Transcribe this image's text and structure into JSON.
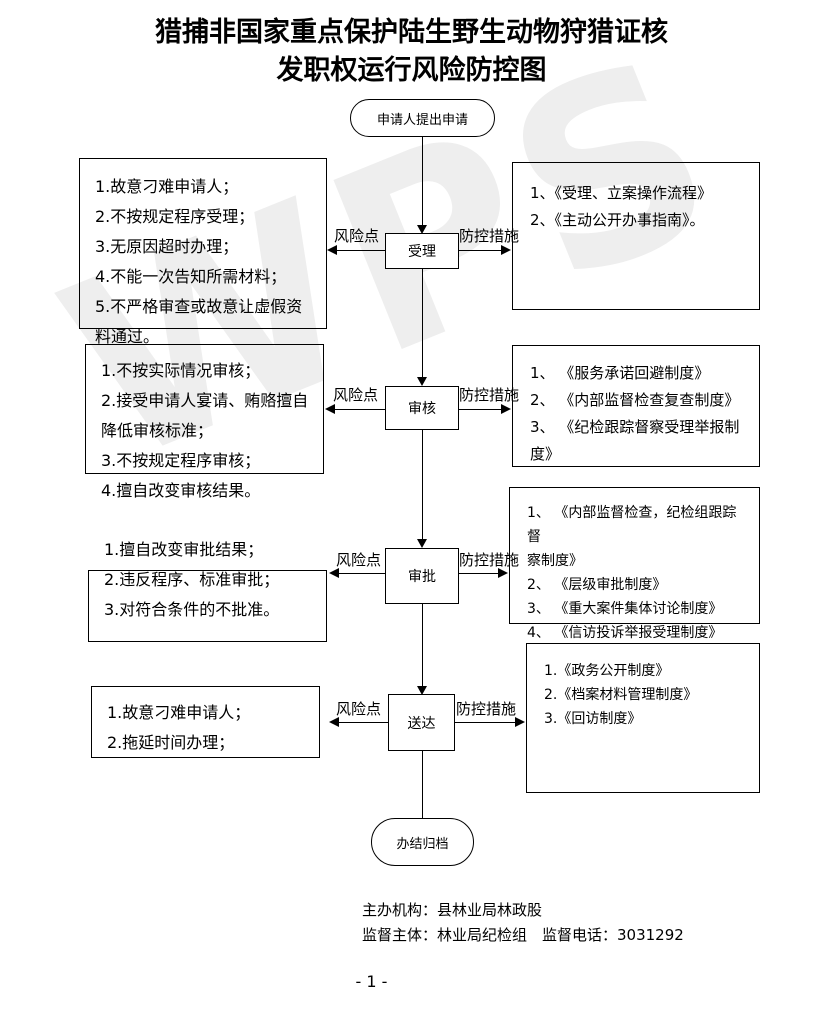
{
  "document": {
    "title_line1": "猎捕非国家重点保护陆生野生动物狩猎证核",
    "title_line2": "发职权运行风险防控图",
    "watermark": "WPS",
    "page_number": "- 1 -"
  },
  "flow": {
    "start_node": "申请人提出申请",
    "end_node": "办结归档",
    "risk_label": "风险点",
    "control_label": "防控措施",
    "stages": [
      {
        "name": "受理",
        "risks": [
          "1.故意刁难申请人；",
          "2.不按规定程序受理；",
          "3.无原因超时办理；",
          "4.不能一次告知所需材料；",
          "5.不严格审查或故意让虚假资",
          "料通过。"
        ],
        "controls": [
          "1、《受理、立案操作流程》",
          "2、《主动公开办事指南》。"
        ]
      },
      {
        "name": "审核",
        "risks": [
          "1.不按实际情况审核；",
          "2.接受申请人宴请、贿赂擅自",
          "降低审核标准；",
          "3.不按规定程序审核；",
          "4.擅自改变审核结果。"
        ],
        "controls": [
          "1、 《服务承诺回避制度》",
          "2、 《内部监督检查复查制度》",
          "3、 《纪检跟踪督察受理举报制度》"
        ]
      },
      {
        "name": "审批",
        "risks": [
          "1.擅自改变审批结果；",
          "2.违反程序、标准审批；",
          "3.对符合条件的不批准。"
        ],
        "controls": [
          "1、 《内部监督检查，纪检组跟踪督",
          "察制度》",
          "2、 《层级审批制度》",
          "3、 《重大案件集体讨论制度》",
          "4、 《信访投诉举报受理制度》"
        ]
      },
      {
        "name": "送达",
        "risks": [
          "1.故意刁难申请人；",
          "2.拖延时间办理；"
        ],
        "controls": [
          "1.《政务公开制度》",
          "2.《档案材料管理制度》",
          "3.《回访制度》"
        ]
      }
    ]
  },
  "footer": {
    "line1": "主办机构：县林业局林政股",
    "line2": "监督主体：林业局纪检组　监督电话：3031292"
  }
}
